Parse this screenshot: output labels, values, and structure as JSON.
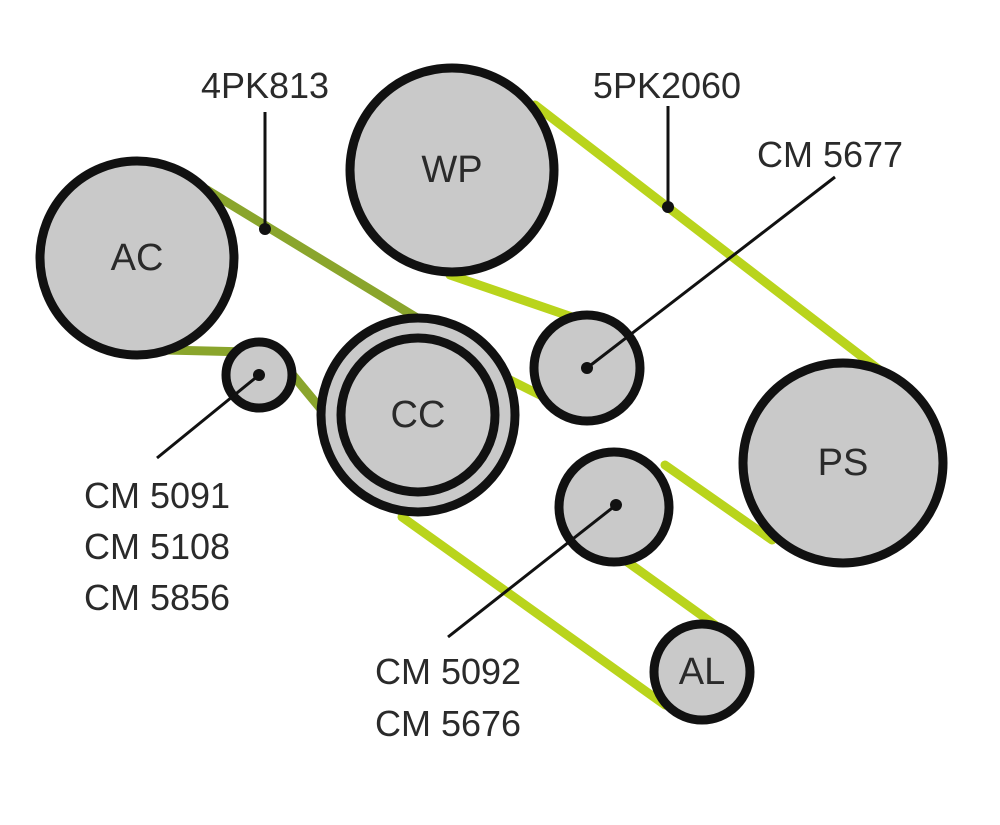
{
  "pulleys": {
    "ac": "AC",
    "wp": "WP",
    "cc": "CC",
    "ps": "PS",
    "al": "AL"
  },
  "belt_labels": {
    "inner": "4PK813",
    "outer": "5PK2060"
  },
  "part_labels": {
    "upper_idler": "CM 5677",
    "small_idler": [
      "CM 5091",
      "CM 5108",
      "CM 5856"
    ],
    "lower_idler": [
      "CM 5092",
      "CM 5676"
    ]
  },
  "colors": {
    "belt_inner": "#8aa52c",
    "belt_outer": "#b9d41c",
    "pulley_fill": "#c9c9c9",
    "outline": "#111111"
  }
}
